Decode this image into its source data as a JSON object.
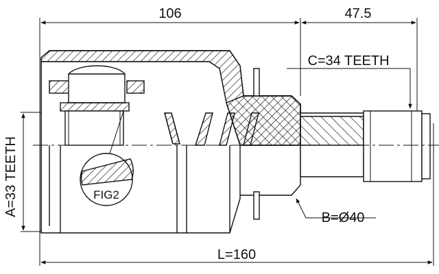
{
  "dimensions": {
    "top_left": "106",
    "top_right": "47.5",
    "spline_teeth": "C=34 TEETH",
    "housing_teeth": "A=33 TEETH",
    "diameter": "B=Ø40",
    "length": "L=160"
  },
  "detail_label": "FIG2",
  "colors": {
    "line": "#111111",
    "background": "#ffffff"
  }
}
